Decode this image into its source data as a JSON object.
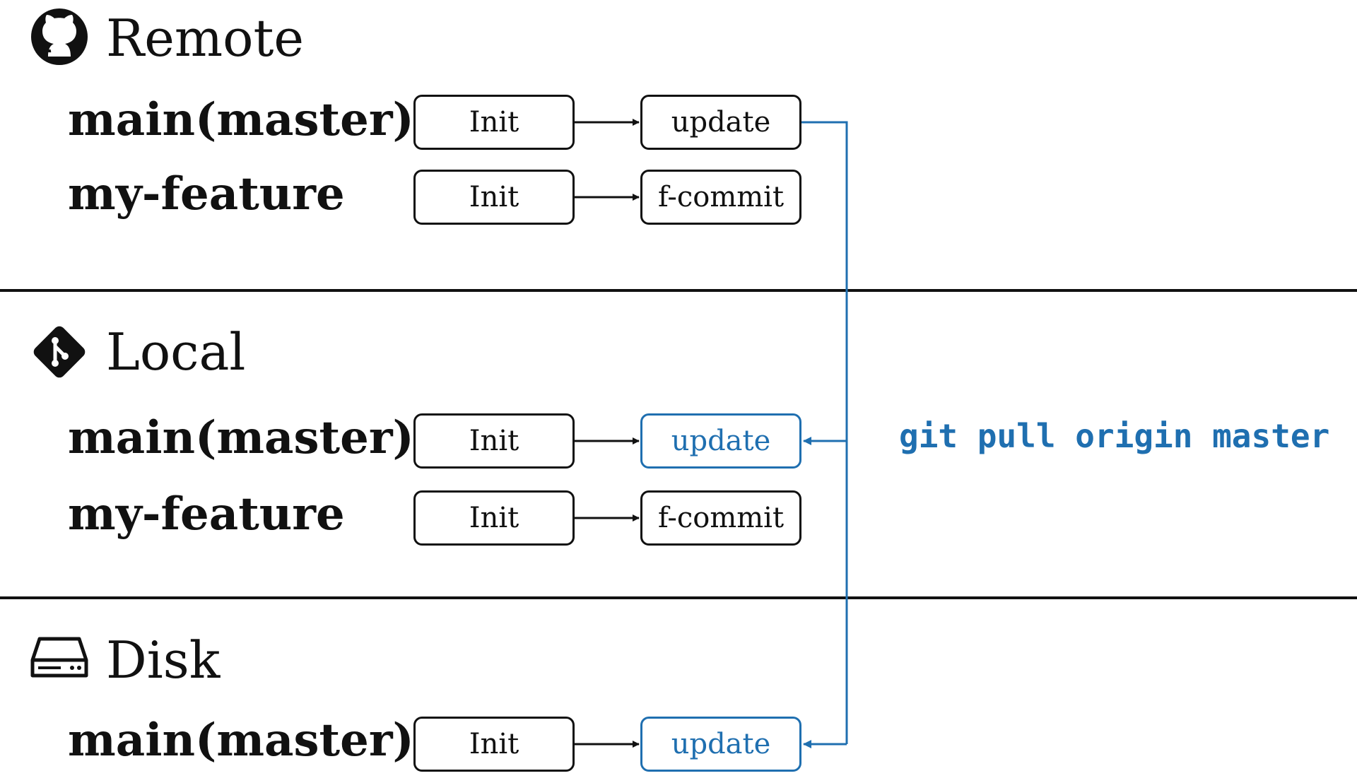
{
  "colors": {
    "accent": "#1f6fb0",
    "ink": "#111111",
    "background": "#ffffff"
  },
  "sections": {
    "remote": {
      "title": "Remote",
      "icon": "github-icon",
      "branches": [
        {
          "label": "main(master)",
          "commits": [
            "Init",
            "update"
          ]
        },
        {
          "label": "my-feature",
          "commits": [
            "Init",
            "f-commit"
          ]
        }
      ]
    },
    "local": {
      "title": "Local",
      "icon": "git-icon",
      "branches": [
        {
          "label": "main(master)",
          "commits": [
            "Init",
            "update"
          ]
        },
        {
          "label": "my-feature",
          "commits": [
            "Init",
            "f-commit"
          ]
        }
      ]
    },
    "disk": {
      "title": "Disk",
      "icon": "hard-drive-icon",
      "branches": [
        {
          "label": "main(master)",
          "commits": [
            "Init",
            "update"
          ]
        }
      ]
    }
  },
  "command": "git pull origin master"
}
